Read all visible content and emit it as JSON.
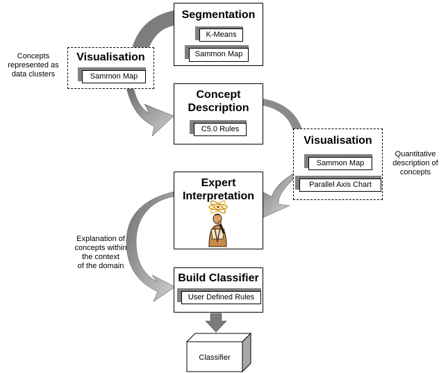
{
  "segmentation": {
    "title": "Segmentation",
    "methods": [
      "K-Means",
      "Sammon Map"
    ]
  },
  "visualisation_left": {
    "title": "Visualisation",
    "methods": [
      "Sammon Map"
    ],
    "annotation": [
      "Concepts",
      "represented as",
      "data clusters"
    ]
  },
  "concept_description": {
    "title": [
      "Concept",
      "Description"
    ],
    "methods": [
      "C5.0 Rules"
    ]
  },
  "visualisation_right": {
    "title": "Visualisation",
    "methods": [
      "Sammon Map",
      "Parallel Axis Chart"
    ],
    "annotation": [
      "Quantitative",
      "description of",
      "concepts"
    ]
  },
  "expert_interpretation": {
    "title": [
      "Expert",
      "Interpretation"
    ],
    "annotation": [
      "Explanation of",
      "concepts within",
      "the context",
      "of the domain"
    ]
  },
  "build_classifier": {
    "title": "Build Classifier",
    "methods": [
      "User Defined Rules"
    ]
  },
  "classifier": {
    "label": "Classifier"
  },
  "colors": {
    "arrow_fill": "#8c8c8c",
    "arrow_light": "#d0d0d0",
    "chip_shadow": "#808080"
  }
}
